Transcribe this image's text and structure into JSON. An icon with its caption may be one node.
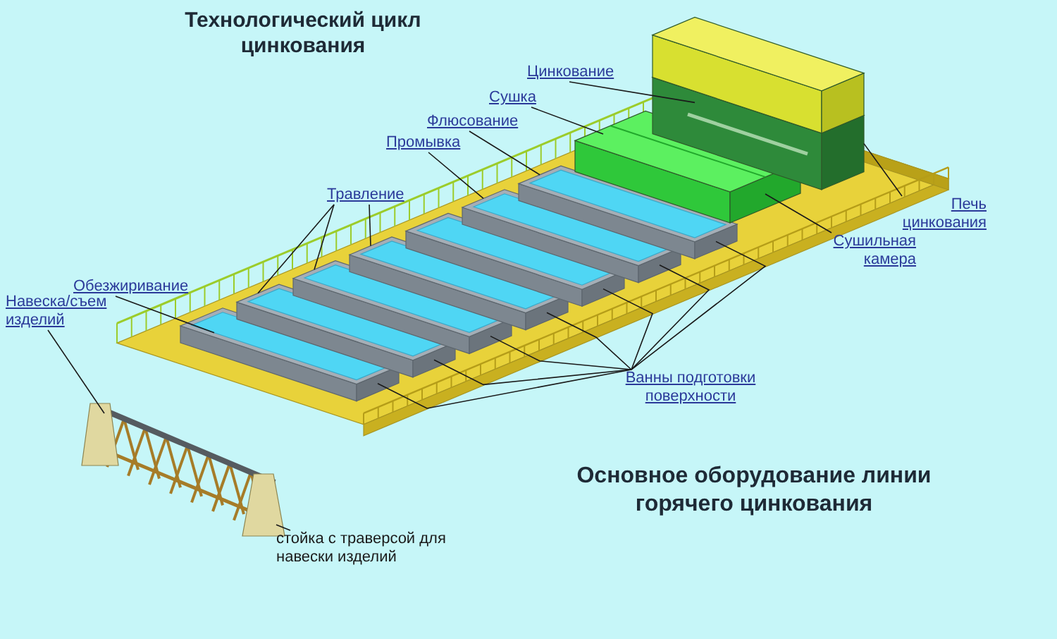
{
  "diagram": {
    "title": "Технологический цикл цинкования",
    "caption": "Основное оборудование линии горячего цинкования",
    "nodes": [
      {
        "text": [
          "Навеска/съем изделий"
        ]
      },
      {
        "text": [
          "Обезжиривание"
        ]
      },
      {
        "text": [
          "Травление"
        ]
      },
      {
        "text": [
          "Промывка"
        ]
      },
      {
        "text": [
          "Флюсование"
        ]
      },
      {
        "text": [
          "Сушка"
        ]
      },
      {
        "text": [
          "Цинкование"
        ]
      },
      {
        "text": [
          "Печь цинкования"
        ]
      },
      {
        "text": [
          "Сушильная камера"
        ]
      },
      {
        "text": [
          "Ванны подготовки поверхности"
        ]
      },
      {
        "text": [
          "стойка с траверсой для навески изделий"
        ]
      },
      {
        "text": [],
        "shape": "picture"
      },
      {
        "text": [],
        "shape": "box"
      },
      {
        "text": [],
        "shape": "box"
      },
      {
        "text": [],
        "shape": "box"
      },
      {
        "text": [],
        "shape": "box"
      },
      {
        "text": [],
        "shape": "box"
      },
      {
        "text": [],
        "shape": "box"
      },
      {
        "text": [],
        "shape": "box"
      },
      {
        "text": [],
        "shape": "box"
      },
      {
        "text": [],
        "shape": "box"
      }
    ],
    "edges": [
      {
        "from": 0,
        "to": 11,
        "arrow": "none"
      },
      {
        "from": 1,
        "to": 12,
        "arrow": "none"
      },
      {
        "from": 2,
        "to": 13,
        "arrow": "none"
      },
      {
        "from": 2,
        "to": 14,
        "arrow": "none"
      },
      {
        "from": 2,
        "to": 15,
        "arrow": "none"
      },
      {
        "from": 3,
        "to": 17,
        "arrow": "none"
      },
      {
        "from": 4,
        "to": 18,
        "arrow": "none"
      },
      {
        "from": 5,
        "to": 19,
        "arrow": "none"
      },
      {
        "from": 6,
        "to": 20,
        "arrow": "none"
      },
      {
        "from": 7,
        "to": 20,
        "arrow": "none"
      },
      {
        "from": 8,
        "to": 19,
        "arrow": "none"
      },
      {
        "from": 9,
        "to": 12,
        "arrow": "none"
      },
      {
        "from": 9,
        "to": 13,
        "arrow": "none"
      },
      {
        "from": 9,
        "to": 14,
        "arrow": "none"
      },
      {
        "from": 9,
        "to": 15,
        "arrow": "none"
      },
      {
        "from": 9,
        "to": 16,
        "arrow": "none"
      },
      {
        "from": 9,
        "to": 17,
        "arrow": "none"
      },
      {
        "from": 9,
        "to": 18,
        "arrow": "none"
      },
      {
        "from": 10,
        "to": 11,
        "arrow": "none"
      }
    ]
  }
}
